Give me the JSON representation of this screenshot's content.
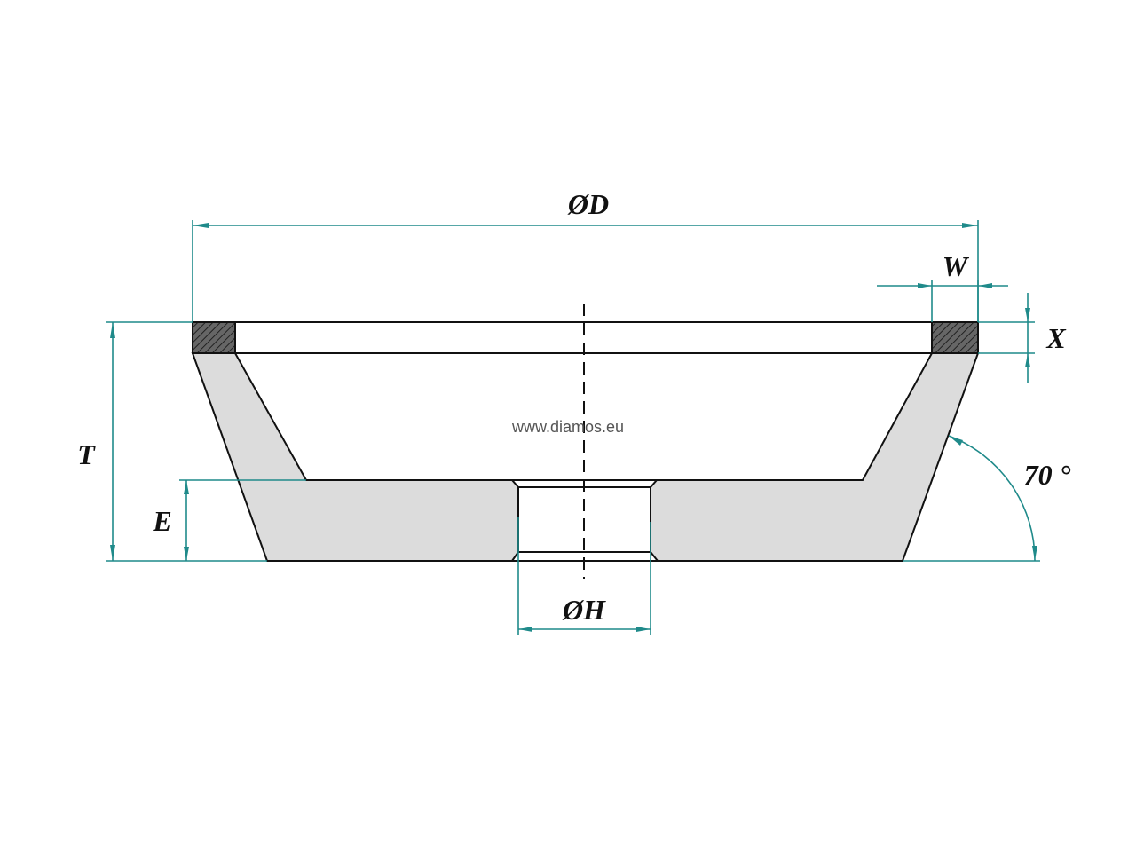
{
  "title": "Diamond cup grinding wheel 12A2 drawing",
  "watermark": "www.diamos.eu",
  "dimensions": {
    "outer_diameter": "ØD",
    "rim_width": "W",
    "layer_thickness": "X",
    "total_height": "T",
    "base_thickness": "E",
    "bore_diameter": "ØH",
    "angle": "70 °"
  },
  "colors": {
    "dimension_lines": "#1f8a8a",
    "body_fill": "#dcdcdc",
    "abrasive_fill": "#555555"
  }
}
